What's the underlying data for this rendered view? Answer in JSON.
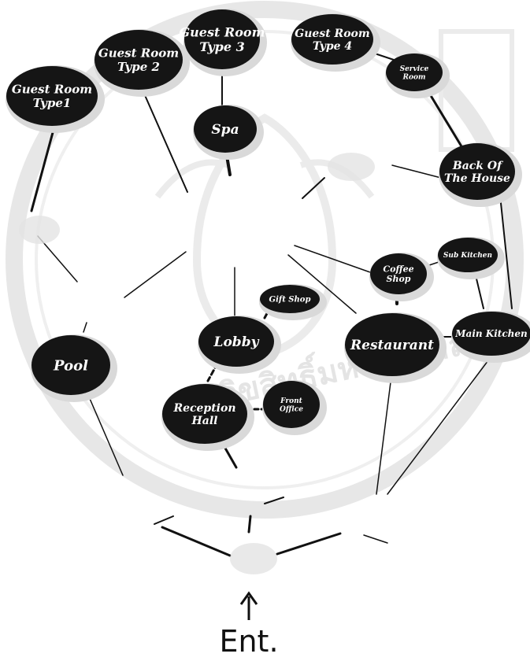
{
  "diagram": {
    "entrance_label": "Ent.",
    "watermark_text": "ลิขสิทธิ์มหาวิทยาลัย",
    "colors": {
      "node_fill": "#151515",
      "edge": "#111111",
      "halo": "#d9d9d9",
      "watermark": "#cfcfcf"
    },
    "nodes": [
      {
        "id": "guest-room-type-1",
        "label_lines": [
          "Guest Room",
          "Type1"
        ]
      },
      {
        "id": "guest-room-type-2",
        "label_lines": [
          "Guest Room",
          "Type 2"
        ]
      },
      {
        "id": "guest-room-type-3",
        "label_lines": [
          "Guest Room",
          "Type 3"
        ]
      },
      {
        "id": "guest-room-type-4",
        "label_lines": [
          "Guest Room",
          "Type 4"
        ]
      },
      {
        "id": "service-room",
        "label_lines": [
          "Service",
          "Room"
        ]
      },
      {
        "id": "spa",
        "label_lines": [
          "Spa"
        ]
      },
      {
        "id": "back-of-the-house",
        "label_lines": [
          "Back Of",
          "The House"
        ]
      },
      {
        "id": "sub-kitchen",
        "label_lines": [
          "Sub Kitchen"
        ]
      },
      {
        "id": "coffee-shop",
        "label_lines": [
          "Coffee",
          "Shop"
        ]
      },
      {
        "id": "gift-shop",
        "label_lines": [
          "Gift Shop"
        ]
      },
      {
        "id": "lobby",
        "label_lines": [
          "Lobby"
        ]
      },
      {
        "id": "restaurant",
        "label_lines": [
          "Restaurant"
        ]
      },
      {
        "id": "main-kitchen",
        "label_lines": [
          "Main Kitchen"
        ]
      },
      {
        "id": "pool",
        "label_lines": [
          "Pool"
        ]
      },
      {
        "id": "reception-hall",
        "label_lines": [
          "Reception",
          "Hall"
        ]
      },
      {
        "id": "front-office",
        "label_lines": [
          "Front",
          "Office"
        ]
      }
    ]
  }
}
